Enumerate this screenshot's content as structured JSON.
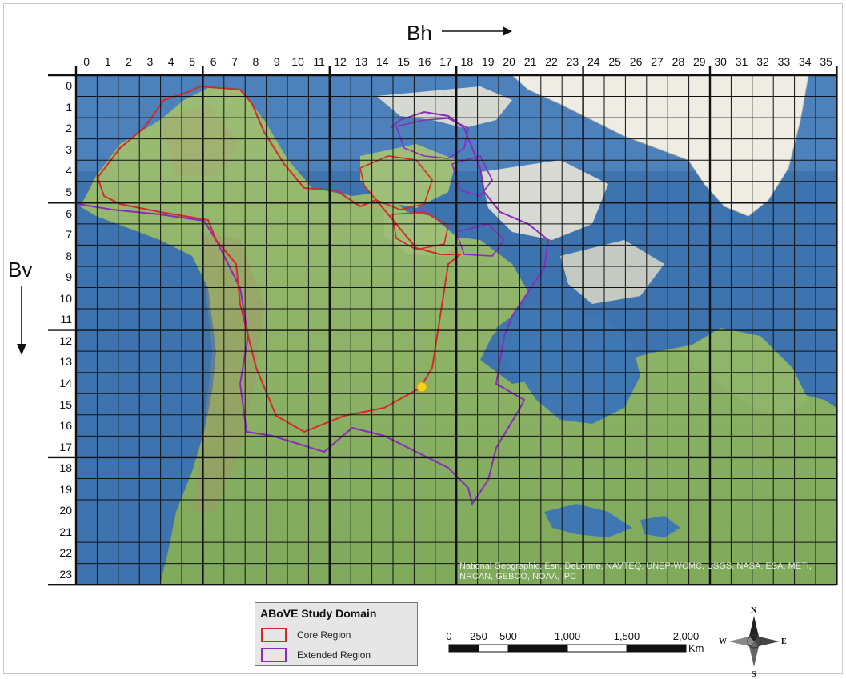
{
  "axis_titles": {
    "horizontal": "Bh",
    "vertical": "Bv"
  },
  "columns": [
    "0",
    "1",
    "2",
    "3",
    "4",
    "5",
    "6",
    "7",
    "8",
    "9",
    "10",
    "11",
    "12",
    "13",
    "14",
    "15",
    "16",
    "17",
    "18",
    "19",
    "20",
    "21",
    "22",
    "23",
    "24",
    "25",
    "26",
    "27",
    "28",
    "29",
    "30",
    "31",
    "32",
    "33",
    "34",
    "35"
  ],
  "rows": [
    "0",
    "1",
    "2",
    "3",
    "4",
    "5",
    "6",
    "7",
    "8",
    "9",
    "10",
    "11",
    "12",
    "13",
    "14",
    "15",
    "16",
    "17",
    "18",
    "19",
    "20",
    "21",
    "22",
    "23"
  ],
  "map_text": {
    "attribution": "National Geographic, Esri, DeLorme, NAVTEQ, UNEP-WCMC, USGS, NASA, ESA, METI, NRCAN, GEBCO, NOAA, iPC"
  },
  "legend": {
    "title": "ABoVE Study Domain",
    "items": [
      {
        "label": "Core Region",
        "color": "#d42a2a"
      },
      {
        "label": "Extended Region",
        "color": "#8a2bbd"
      }
    ]
  },
  "scale_bar": {
    "labels": [
      "0",
      "250",
      "500",
      "1,000",
      "1,500",
      "2,000"
    ],
    "values": [
      0,
      250,
      500,
      1000,
      1500,
      2000
    ],
    "unit": "Km"
  },
  "compass": {
    "n": "N",
    "s": "S",
    "e": "E",
    "w": "W"
  },
  "colors": {
    "ocean": "#3d74b0",
    "land": "#8fb56a",
    "ice": "#eeeadf",
    "grid": "#111111",
    "core_region": "#d42a2a",
    "extended_region": "#8a2bbd",
    "marker": "#f2d21b"
  }
}
